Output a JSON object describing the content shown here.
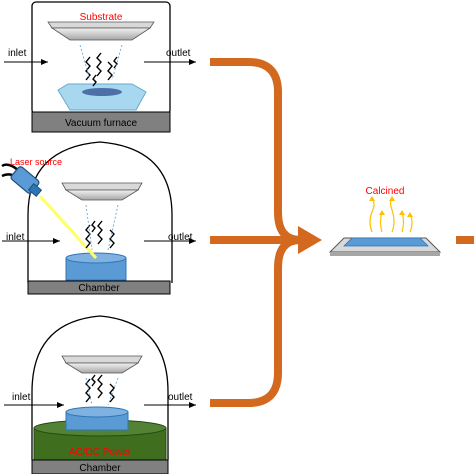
{
  "labels": {
    "substrate": "Substrate",
    "inlet_1": "inlet",
    "outlet_1": "outlet",
    "vacuum_furnace": "Vacuum furnace",
    "laser_source": "Laser source",
    "inlet_2": "inlet",
    "outlet_2": "outlet",
    "chamber_2": "Chamber",
    "inlet_3": "inlet",
    "outlet_3": "outlet",
    "power": "AC/DC Power",
    "chamber_3": "Chamber",
    "calcined": "Calcined"
  },
  "colors": {
    "orange_arrow": "#d2691e",
    "red_text": "#ff0000",
    "blue_sample": "#5b9bd5",
    "light_blue_target": "#a8d8f0",
    "power_green": "#3f6e1e",
    "base_gray": "#7f7f7f",
    "laser_yellow": "#ffff66",
    "flame_yellow": "#ffc000"
  },
  "icons": {
    "laser_head": "laser-head-icon",
    "vapor": "vapor-plume-icon"
  }
}
